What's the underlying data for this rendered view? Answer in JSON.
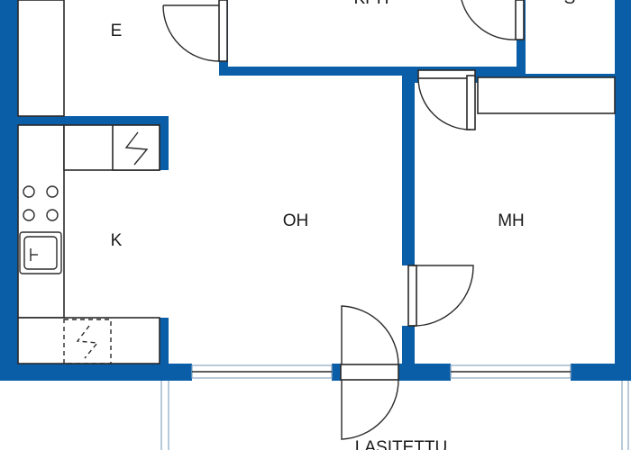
{
  "colors": {
    "wall": "#0a5ea8",
    "fixture_stroke": "#2a2a2a",
    "glazing": "#8aa7c2"
  },
  "rooms": {
    "entrance": "E",
    "storage": "KPH",
    "wc": "S",
    "kitchen": "K",
    "living_room": "OH",
    "bedroom": "MH",
    "balcony": "LASITETTU"
  }
}
